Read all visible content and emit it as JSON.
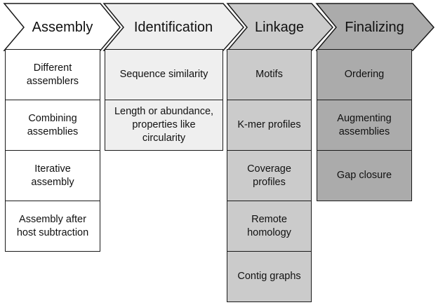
{
  "stages": [
    {
      "title": "Assembly",
      "fill": "#ffffff",
      "items": [
        "Different\nassemblers",
        "Combining\nassemblies",
        "Iterative\nassembly",
        "Assembly after\nhost subtraction"
      ]
    },
    {
      "title": "Identification",
      "fill": "#efefef",
      "items": [
        "Sequence similarity",
        "Length or abundance,\nproperties like\ncircularity"
      ]
    },
    {
      "title": "Linkage",
      "fill": "#cbcbcb",
      "items": [
        "Motifs",
        "K-mer profiles",
        "Coverage\nprofiles",
        "Remote\nhomology",
        "Contig graphs"
      ]
    },
    {
      "title": "Finalizing",
      "fill": "#ababab",
      "items": [
        "Ordering",
        "Augmenting\nassemblies",
        "Gap closure"
      ]
    }
  ]
}
